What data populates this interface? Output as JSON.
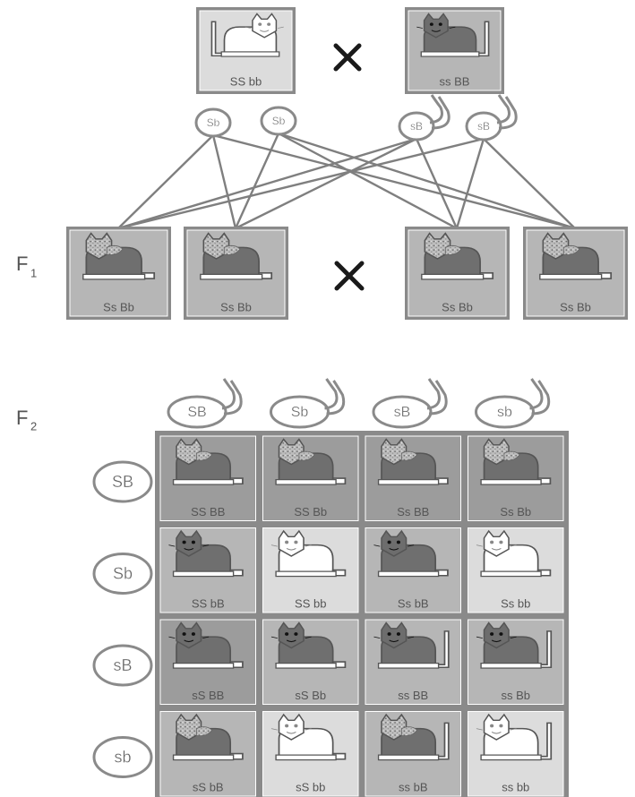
{
  "cross_symbol": "×",
  "parents": [
    {
      "genotype": "SS bb",
      "cat": "light",
      "pose": "right"
    },
    {
      "genotype": "ss BB",
      "cat": "dark",
      "pose": "left"
    }
  ],
  "parent_gametes": [
    {
      "label": "Sb",
      "type": "egg"
    },
    {
      "label": "Sb",
      "type": "egg"
    },
    {
      "label": "sB",
      "type": "sperm"
    },
    {
      "label": "sB",
      "type": "sperm"
    }
  ],
  "f1": {
    "label": "F",
    "subscript": "1",
    "cats": [
      {
        "genotype": "Ss Bb"
      },
      {
        "genotype": "Ss Bb"
      },
      {
        "genotype": "Ss Bb"
      },
      {
        "genotype": "Ss Bb"
      }
    ]
  },
  "f2": {
    "label": "F",
    "subscript": "2",
    "sperm_gametes": [
      "SB",
      "Sb",
      "sB",
      "sb"
    ],
    "egg_gametes": [
      "SB",
      "Sb",
      "sB",
      "sb"
    ],
    "rows": [
      [
        {
          "genotype": "SS BB",
          "cat": "spotted",
          "pose": "left",
          "tail": "flat",
          "shade": "dark"
        },
        {
          "genotype": "SS Bb",
          "cat": "spotted",
          "pose": "left",
          "tail": "flat",
          "shade": "dark"
        },
        {
          "genotype": "Ss BB",
          "cat": "spotted",
          "pose": "left",
          "tail": "flat",
          "shade": "dark"
        },
        {
          "genotype": "Ss Bb",
          "cat": "spotted",
          "pose": "left",
          "tail": "flat",
          "shade": "dark"
        }
      ],
      [
        {
          "genotype": "SS bB",
          "cat": "dark",
          "pose": "left",
          "tail": "flat",
          "shade": "mid"
        },
        {
          "genotype": "SS bb",
          "cat": "light",
          "pose": "left",
          "tail": "flat",
          "shade": "light"
        },
        {
          "genotype": "Ss bB",
          "cat": "dark",
          "pose": "left",
          "tail": "flat",
          "shade": "mid"
        },
        {
          "genotype": "Ss bb",
          "cat": "light",
          "pose": "left",
          "tail": "flat",
          "shade": "light"
        }
      ],
      [
        {
          "genotype": "sS BB",
          "cat": "dark",
          "pose": "left",
          "tail": "flat",
          "shade": "dark"
        },
        {
          "genotype": "sS Bb",
          "cat": "dark",
          "pose": "left",
          "tail": "flat",
          "shade": "mid"
        },
        {
          "genotype": "ss BB",
          "cat": "dark",
          "pose": "left",
          "tail": "up",
          "shade": "mid"
        },
        {
          "genotype": "ss Bb",
          "cat": "dark",
          "pose": "left",
          "tail": "up",
          "shade": "mid"
        }
      ],
      [
        {
          "genotype": "sS bB",
          "cat": "spotted",
          "pose": "left",
          "tail": "flat",
          "shade": "mid"
        },
        {
          "genotype": "sS bb",
          "cat": "light",
          "pose": "left",
          "tail": "flat",
          "shade": "light"
        },
        {
          "genotype": "ss bB",
          "cat": "spotted",
          "pose": "left",
          "tail": "up",
          "shade": "mid"
        },
        {
          "genotype": "ss bb",
          "cat": "light",
          "pose": "left",
          "tail": "up",
          "shade": "light"
        }
      ]
    ]
  },
  "colors": {
    "line": "#7f7f7f",
    "frame": "#8a8a8a",
    "box_dark": "#9c9c9c",
    "box_mid": "#b6b6b6",
    "box_light": "#dcdcdc",
    "box_pale": "#ececec",
    "cat_body_dark": "#6f6f6f",
    "cat_body_light": "#ffffff",
    "cross": "#1a1a1a"
  }
}
